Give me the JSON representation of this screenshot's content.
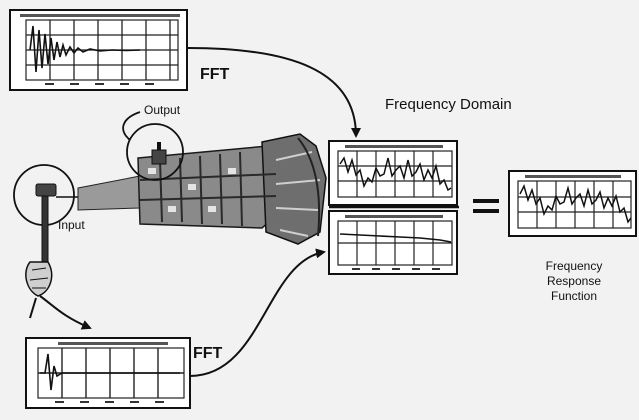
{
  "labels": {
    "fft_top": "FFT",
    "fft_bottom": "FFT",
    "output": "Output",
    "input": "Input",
    "frequency_domain": "Frequency Domain",
    "equals": "=",
    "frf_line1": "Frequency",
    "frf_line2": "Response",
    "frf_line3": "Function"
  },
  "colors": {
    "background": "#f2f2f2",
    "ink": "#111111",
    "plot_bg": "#ffffff",
    "machine_dark": "#3a3a3a",
    "machine_mid": "#8a8a8a",
    "machine_light": "#c8c8c8"
  },
  "icons": [
    "hammer-icon",
    "accelerometer-icon",
    "transmission-housing-icon",
    "arrow-icon"
  ]
}
